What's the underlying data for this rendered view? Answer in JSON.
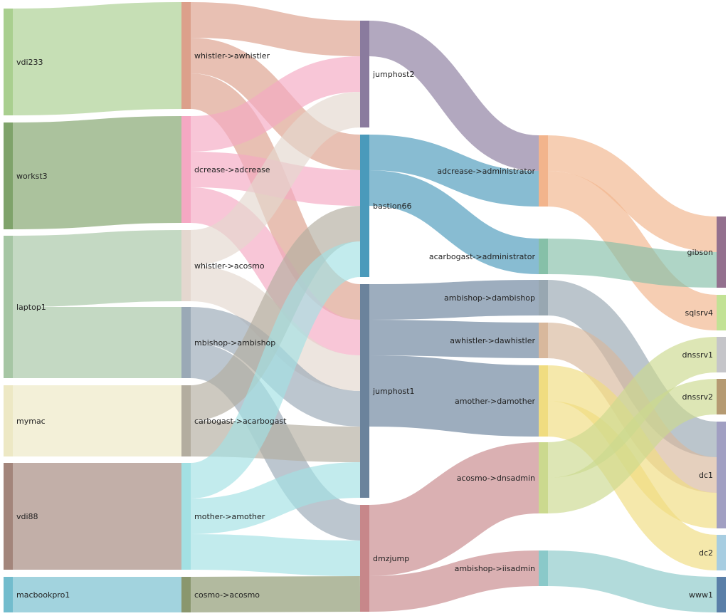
{
  "chart_data": {
    "type": "sankey",
    "title": "",
    "nodes": [
      {
        "name": "vdi233",
        "column": 0,
        "color": "#a9cf8f"
      },
      {
        "name": "workst3",
        "column": 0,
        "color": "#7fa36b"
      },
      {
        "name": "laptop1",
        "column": 0,
        "color": "#a6c6a4"
      },
      {
        "name": "mymac",
        "column": 0,
        "color": "#ede8c4"
      },
      {
        "name": "vdi88",
        "column": 0,
        "color": "#a3857b"
      },
      {
        "name": "macbookpro1",
        "column": 0,
        "color": "#72bccd"
      },
      {
        "name": "whistler->awhistler",
        "column": 1,
        "color": "#dca08b"
      },
      {
        "name": "dcrease->adcrease",
        "column": 1,
        "color": "#f5a8c3"
      },
      {
        "name": "whistler->acosmo",
        "column": 1,
        "color": "#e4d7cf"
      },
      {
        "name": "mbishop->ambishop",
        "column": 1,
        "color": "#9aa9b6"
      },
      {
        "name": "carbogast->acarbogast",
        "column": 1,
        "color": "#b3ad9f"
      },
      {
        "name": "mother->amother",
        "column": 1,
        "color": "#a3e0e3"
      },
      {
        "name": "cosmo->acosmo",
        "column": 1,
        "color": "#8a976e"
      },
      {
        "name": "jumphost2",
        "column": 2,
        "color": "#8a7b9e"
      },
      {
        "name": "bastion66",
        "column": 2,
        "color": "#4a9abb"
      },
      {
        "name": "jumphost1",
        "column": 2,
        "color": "#6b839c"
      },
      {
        "name": "dmzjump",
        "column": 2,
        "color": "#c7878a"
      },
      {
        "name": "adcrease->administrator",
        "column": 3,
        "color": "#f2b48c"
      },
      {
        "name": "acarbogast->administrator",
        "column": 3,
        "color": "#86c0a8"
      },
      {
        "name": "ambishop->dambishop",
        "column": 3,
        "color": "#98a7b1"
      },
      {
        "name": "awhistler->dawhistler",
        "column": 3,
        "color": "#d8b89c"
      },
      {
        "name": "amother->damother",
        "column": 3,
        "color": "#f0dc80"
      },
      {
        "name": "acosmo->dnsadmin",
        "column": 3,
        "color": "#cbd98e"
      },
      {
        "name": "ambishop->iisadmin",
        "column": 3,
        "color": "#8ac9c9"
      },
      {
        "name": "gibson",
        "column": 4,
        "color": "#93708e"
      },
      {
        "name": "sqlsrv4",
        "column": 4,
        "color": "#c2e295"
      },
      {
        "name": "dnssrv1",
        "column": 4,
        "color": "#c5c5c9"
      },
      {
        "name": "dnssrv2",
        "column": 4,
        "color": "#b59a72"
      },
      {
        "name": "dc1",
        "column": 4,
        "color": "#a19fc2"
      },
      {
        "name": "dc2",
        "column": 4,
        "color": "#a7cde1"
      },
      {
        "name": "www1",
        "column": 4,
        "color": "#5a7fa8"
      }
    ],
    "links": [
      {
        "source": 0,
        "target": 6,
        "value": 3
      },
      {
        "source": 1,
        "target": 7,
        "value": 3
      },
      {
        "source": 2,
        "target": 8,
        "value": 2
      },
      {
        "source": 2,
        "target": 9,
        "value": 2
      },
      {
        "source": 3,
        "target": 10,
        "value": 2
      },
      {
        "source": 4,
        "target": 11,
        "value": 3
      },
      {
        "source": 5,
        "target": 12,
        "value": 1
      },
      {
        "source": 6,
        "target": 13,
        "value": 1
      },
      {
        "source": 6,
        "target": 14,
        "value": 1
      },
      {
        "source": 6,
        "target": 15,
        "value": 1
      },
      {
        "source": 7,
        "target": 13,
        "value": 1
      },
      {
        "source": 7,
        "target": 14,
        "value": 1
      },
      {
        "source": 7,
        "target": 15,
        "value": 1
      },
      {
        "source": 8,
        "target": 13,
        "value": 1
      },
      {
        "source": 8,
        "target": 15,
        "value": 1
      },
      {
        "source": 9,
        "target": 15,
        "value": 1
      },
      {
        "source": 9,
        "target": 16,
        "value": 1
      },
      {
        "source": 10,
        "target": 14,
        "value": 1
      },
      {
        "source": 10,
        "target": 15,
        "value": 1
      },
      {
        "source": 11,
        "target": 14,
        "value": 1
      },
      {
        "source": 11,
        "target": 15,
        "value": 1
      },
      {
        "source": 11,
        "target": 16,
        "value": 1
      },
      {
        "source": 12,
        "target": 16,
        "value": 1
      },
      {
        "source": 13,
        "target": 17,
        "value": 1
      },
      {
        "source": 14,
        "target": 17,
        "value": 1
      },
      {
        "source": 14,
        "target": 18,
        "value": 1
      },
      {
        "source": 15,
        "target": 19,
        "value": 1
      },
      {
        "source": 15,
        "target": 20,
        "value": 1
      },
      {
        "source": 15,
        "target": 21,
        "value": 2
      },
      {
        "source": 16,
        "target": 22,
        "value": 2
      },
      {
        "source": 16,
        "target": 23,
        "value": 1
      },
      {
        "source": 17,
        "target": 24,
        "value": 1
      },
      {
        "source": 17,
        "target": 25,
        "value": 1
      },
      {
        "source": 18,
        "target": 24,
        "value": 1
      },
      {
        "source": 19,
        "target": 28,
        "value": 1
      },
      {
        "source": 20,
        "target": 28,
        "value": 1
      },
      {
        "source": 21,
        "target": 28,
        "value": 1
      },
      {
        "source": 21,
        "target": 29,
        "value": 1
      },
      {
        "source": 22,
        "target": 26,
        "value": 1
      },
      {
        "source": 22,
        "target": 27,
        "value": 1
      },
      {
        "source": 23,
        "target": 30,
        "value": 1
      }
    ]
  }
}
